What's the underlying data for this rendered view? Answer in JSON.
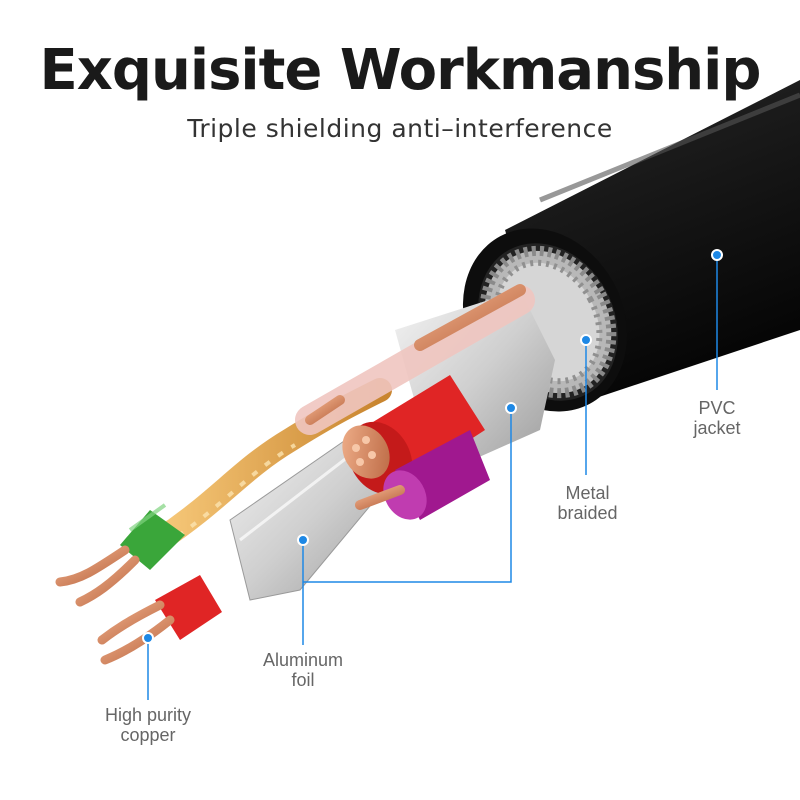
{
  "header": {
    "title": "Exquisite Workmanship",
    "subtitle": "Triple shielding anti–interference"
  },
  "callouts": {
    "pvc": [
      "PVC",
      "jacket"
    ],
    "metal": [
      "Metal",
      "braided"
    ],
    "foil": [
      "Aluminum",
      "foil"
    ],
    "copper": [
      "High purity",
      "copper"
    ]
  },
  "colors": {
    "accent": "#1e88e5",
    "jacket": "#151515",
    "copper": "#d9825e",
    "red_insulation": "#e02525",
    "green_insulation": "#3aa63a",
    "magenta_insulation": "#a0188f"
  }
}
